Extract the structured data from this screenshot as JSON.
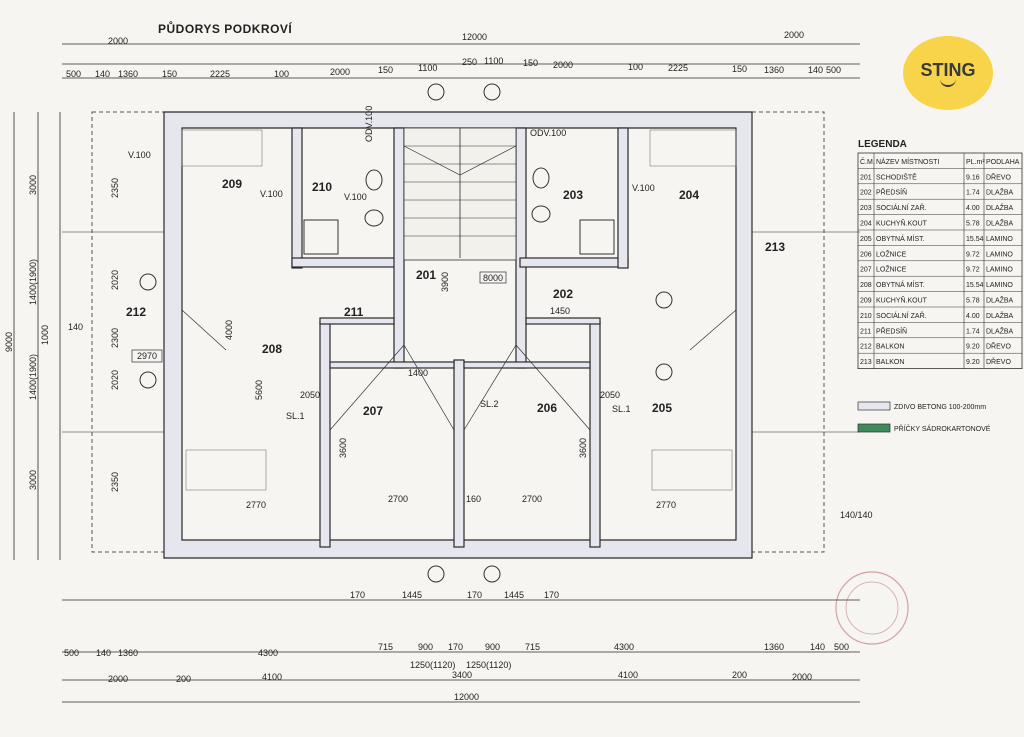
{
  "title": "PŮDORYS PODKROVÍ",
  "brand": "STING",
  "rooms": {
    "r201": "201",
    "r202": "202",
    "r203": "203",
    "r204": "204",
    "r205": "205",
    "r206": "206",
    "r207": "207",
    "r208": "208",
    "r209": "209",
    "r210": "210",
    "r211": "211",
    "r212": "212",
    "r213": "213"
  },
  "labels": {
    "sl1_left": "SL.1",
    "sl1_right": "SL.1",
    "sl2": "SL.2",
    "v100_a": "V.100",
    "v100_b": "V.100",
    "v100_c": "V.100",
    "v100_d": "V.100",
    "odv100_a": "ODV.100",
    "odv100_b": "ODV.100",
    "box_2970": "2970",
    "box_8000": "8000"
  },
  "dims": {
    "top_12000": "12000",
    "top_2000_l": "2000",
    "top_2000_r": "2000",
    "top_500_l": "500",
    "top_140_l": "140",
    "top_1360_l": "1360",
    "top_150_l": "150",
    "top_2225_l": "2225",
    "top_100_l": "100",
    "top_2000_ml": "2000",
    "top_150_ml": "150",
    "top_1100_l": "1100",
    "top_250": "250",
    "top_1100_r": "1100",
    "top_150_mr": "150",
    "top_2000_mr": "2000",
    "top_100_r": "100",
    "top_2225_r": "2225",
    "top_150_r": "150",
    "top_1360_r": "1360",
    "top_140_r": "140",
    "top_500_r": "500",
    "left_9000": "9000",
    "left_3000_t": "3000",
    "left_3000_b": "3000",
    "left_2350_t": "2350",
    "left_2020_t": "2020",
    "left_2300": "2300",
    "left_2020_b": "2020",
    "left_2350_b": "2350",
    "left_1000": "1000",
    "left_1400_t": "1400(1900)",
    "left_1400_b": "1400(1900)",
    "left_140": "140",
    "in_2770_l": "2770",
    "in_2700_l": "2700",
    "in_160": "160",
    "in_2700_r": "2700",
    "in_2770_r": "2770",
    "in_1400": "1400",
    "in_3900": "3900",
    "in_5600": "5600",
    "in_4000": "4000",
    "in_3600_l": "3600",
    "in_3600_r": "3600",
    "in_1450": "1450",
    "in_2050_l": "2050",
    "in_2050_r": "2050",
    "bot_170_a": "170",
    "bot_1445_l": "1445",
    "bot_170_b": "170",
    "bot_1445_r": "1445",
    "bot_170_c": "170",
    "bot_500_l": "500",
    "bot_140_l": "140",
    "bot_1360_l": "1360",
    "bot_4300_l": "4300",
    "bot_715_l": "715",
    "bot_900_l": "900",
    "bot_170_m": "170",
    "bot_900_r": "900",
    "bot_715_r": "715",
    "bot_4300_r": "4300",
    "bot_1360_r": "1360",
    "bot_140_r": "140",
    "bot_500_r": "500",
    "bot_1250_l": "1250(1120)",
    "bot_1250_r": "1250(1120)",
    "bot_3400": "3400",
    "bot_2000_l": "2000",
    "bot_200_l": "200",
    "bot_4100_l": "4100",
    "bot_4100_r": "4100",
    "bot_200_r": "200",
    "bot_2000_r": "2000",
    "bot_12000": "12000",
    "corner_140": "140/140"
  },
  "legend": {
    "title": "LEGENDA",
    "headers": [
      "Č.M.",
      "NÁZEV MÍSTNOSTI",
      "PL.m²",
      "PODLAHA"
    ],
    "rows": [
      [
        "201",
        "SCHODIŠTĚ",
        "9.16",
        "DŘEVO"
      ],
      [
        "202",
        "PŘEDSÍŇ",
        "1.74",
        "DLAŽBA"
      ],
      [
        "203",
        "SOCIÁLNÍ ZAŘ.",
        "4.00",
        "DLAŽBA"
      ],
      [
        "204",
        "KUCHYŇ.KOUT",
        "5.78",
        "DLAŽBA"
      ],
      [
        "205",
        "OBYTNÁ MÍST.",
        "15.54",
        "LAMINO"
      ],
      [
        "206",
        "LOŽNICE",
        "9.72",
        "LAMINO"
      ],
      [
        "207",
        "LOŽNICE",
        "9.72",
        "LAMINO"
      ],
      [
        "208",
        "OBYTNÁ MÍST.",
        "15.54",
        "LAMINO"
      ],
      [
        "209",
        "KUCHYŇ.KOUT",
        "5.78",
        "DLAŽBA"
      ],
      [
        "210",
        "SOCIÁLNÍ ZAŘ.",
        "4.00",
        "DLAŽBA"
      ],
      [
        "211",
        "PŘEDSÍŇ",
        "1.74",
        "DLAŽBA"
      ],
      [
        "212",
        "BALKON",
        "9.20",
        "DŘEVO"
      ],
      [
        "213",
        "BALKON",
        "9.20",
        "DŘEVO"
      ]
    ],
    "mat1": "ZDIVO BETONG 100-200mm",
    "mat2": "PŘÍČKY SÁDROKARTONOVÉ"
  },
  "colors": {
    "paper": "#f7f5f1",
    "wall": "#e6e7ee",
    "line": "#2a2a2a",
    "logo": "#f7d44a",
    "mat2": "#3f8a5a"
  }
}
